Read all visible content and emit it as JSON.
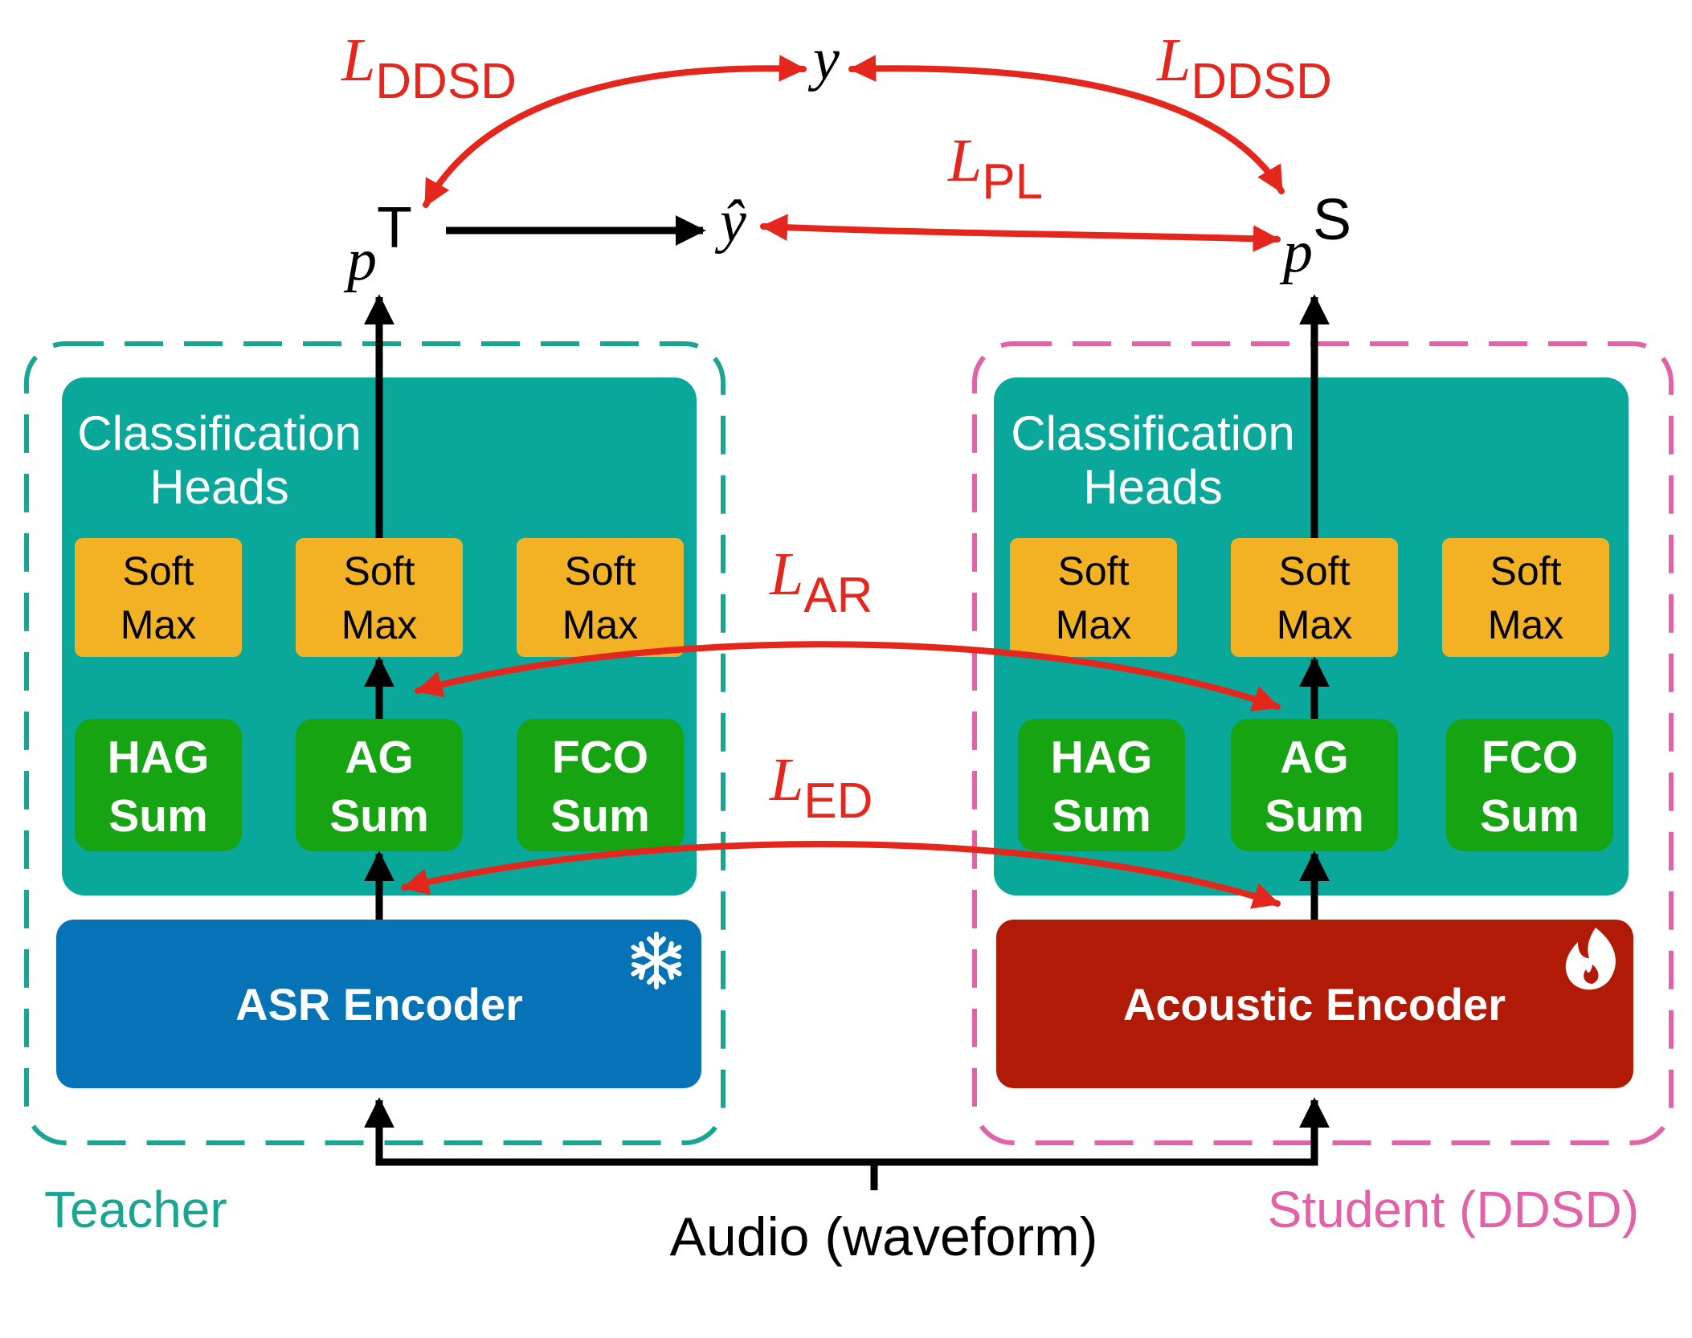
{
  "colors": {
    "teacher": "#1aa593",
    "student": "#e262a9",
    "head_panel": "#0aa89b",
    "softmax": "#f2b224",
    "sum_box": "#17a412",
    "asr_encoder": "#0573b6",
    "acoustic_encoder": "#b01a06",
    "loss": "#e4261c",
    "arrow": "#000000",
    "white": "#ffffff"
  },
  "teacher": {
    "label": "Teacher",
    "heads_title_line1": "Classification",
    "heads_title_line2": "Heads",
    "softmax_line1": "Soft",
    "softmax_line2": "Max",
    "sums": [
      {
        "line1": "HAG",
        "line2": "Sum"
      },
      {
        "line1": "AG",
        "line2": "Sum"
      },
      {
        "line1": "FCO",
        "line2": "Sum"
      }
    ],
    "encoder_label": "ASR Encoder",
    "encoder_icon": "snowflake-icon"
  },
  "student": {
    "label": "Student (DDSD)",
    "heads_title_line1": "Classification",
    "heads_title_line2": "Heads",
    "softmax_line1": "Soft",
    "softmax_line2": "Max",
    "sums": [
      {
        "line1": "HAG",
        "line2": "Sum"
      },
      {
        "line1": "AG",
        "line2": "Sum"
      },
      {
        "line1": "FCO",
        "line2": "Sum"
      }
    ],
    "encoder_label": "Acoustic Encoder",
    "encoder_icon": "flame-icon"
  },
  "input_label": "Audio (waveform)",
  "symbols": {
    "p": "p",
    "teacher_sup": "T",
    "student_sup": "S",
    "y": "y",
    "y_hat": "ŷ"
  },
  "losses": {
    "symbol": "L",
    "ddsd_sub": "DDSD",
    "pl_sub": "PL",
    "ar_sub": "AR",
    "ed_sub": "ED"
  }
}
